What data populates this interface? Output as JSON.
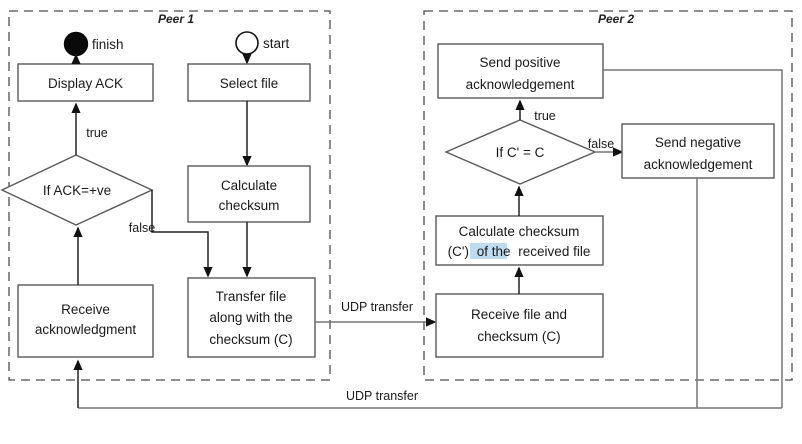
{
  "diagram": {
    "title_hidden": "",
    "groups": [
      {
        "id": "peer1",
        "label": "Peer 1"
      },
      {
        "id": "peer2",
        "label": "Peer 2"
      }
    ],
    "terminals": [
      {
        "id": "finish",
        "label": "finish",
        "shape": "filled-circle"
      },
      {
        "id": "start",
        "label": "start",
        "shape": "hollow-circle"
      }
    ],
    "nodes": {
      "display_ack": {
        "line1": "Display ACK"
      },
      "select_file": {
        "line1": "Select file"
      },
      "calculate_checksum": {
        "line1": "Calculate",
        "line2": "checksum"
      },
      "if_ack": {
        "line1": "If ACK=+ve"
      },
      "receive_ack": {
        "line1": "Receive",
        "line2": "acknowledgment"
      },
      "transfer_file": {
        "line1": "Transfer file",
        "line2": "along with the",
        "line3": "checksum (C)"
      },
      "send_positive": {
        "line1": "Send positive",
        "line2": "acknowledgement"
      },
      "send_negative": {
        "line1": "Send negative",
        "line2": "acknowledgement"
      },
      "if_cprime": {
        "line1": "If C' = C"
      },
      "calc_checksum_received": {
        "line1": "Calculate checksum",
        "line2_pre": "(C')",
        "line2_highlight": "of the",
        "line2_post": "received file"
      },
      "receive_file": {
        "line1": "Receive file and",
        "line2": "checksum (C)"
      }
    },
    "edge_labels": {
      "peer1_true": "true",
      "peer1_false": "false",
      "peer2_true": "true",
      "peer2_false": "false",
      "udp_transfer_mid": "UDP transfer",
      "udp_transfer_bottom": "UDP transfer"
    },
    "colors": {
      "highlight": "#bedbef",
      "box_stroke": "#595959",
      "frame_stroke": "#4d4d4d",
      "flow_stroke": "#222222",
      "text": "#1a1a1a",
      "background": "#ffffff"
    }
  }
}
